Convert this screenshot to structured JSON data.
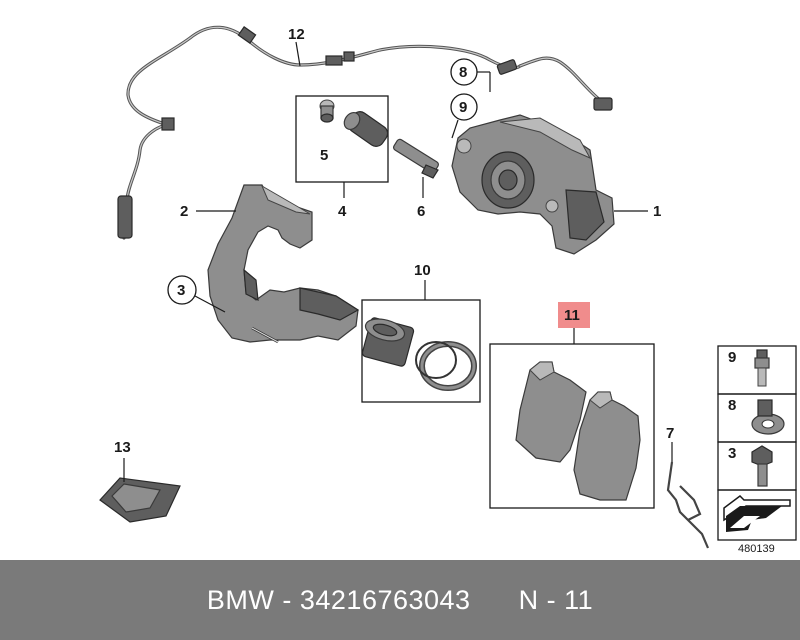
{
  "callouts": {
    "c1": "1",
    "c2": "2",
    "c3": "3",
    "c4": "4",
    "c5": "5",
    "c6": "6",
    "c7": "7",
    "c8": "8",
    "c9": "9",
    "c10": "10",
    "c11": "11",
    "c12": "12",
    "c13": "13"
  },
  "legend": {
    "items": [
      {
        "num": "9",
        "icon": "bleed-screw-icon"
      },
      {
        "num": "8",
        "icon": "banjo-fitting-icon"
      },
      {
        "num": "3",
        "icon": "hex-bolt-icon"
      }
    ],
    "arrow_icon": "orientation-arrow-icon",
    "diagram_id": "480139"
  },
  "colors": {
    "highlight": "#f08c8c",
    "footer_bg": "#7a7a7a",
    "footer_text": "#ffffff"
  },
  "footer": {
    "text": "BMW - 34216763043      N - 11"
  }
}
